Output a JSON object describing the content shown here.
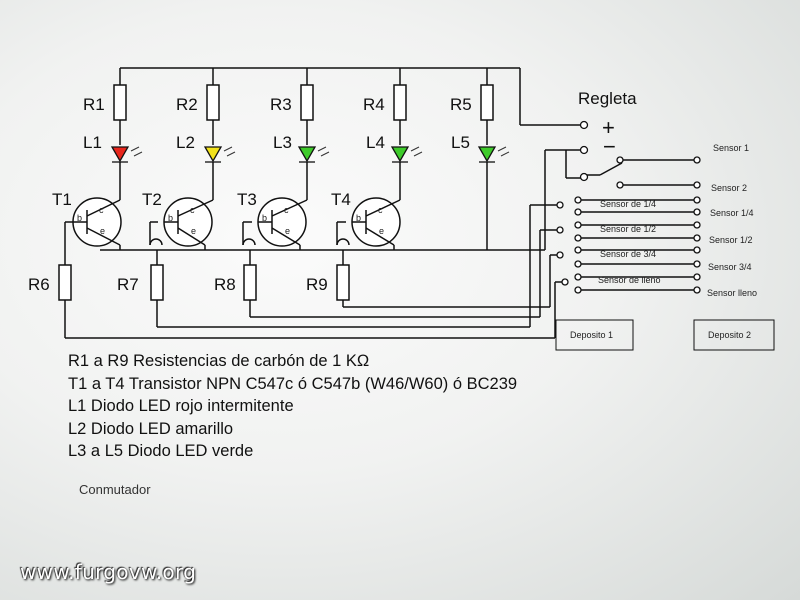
{
  "schematic": {
    "resistors": [
      "R1",
      "R2",
      "R3",
      "R4",
      "R5",
      "R6",
      "R7",
      "R8",
      "R9"
    ],
    "leds": [
      {
        "label": "L1",
        "color": "#e8261c"
      },
      {
        "label": "L2",
        "color": "#f2e21a"
      },
      {
        "label": "L3",
        "color": "#3ecb2a"
      },
      {
        "label": "L4",
        "color": "#3ecb2a"
      },
      {
        "label": "L5",
        "color": "#3ecb2a"
      }
    ],
    "transistors": [
      "T1",
      "T2",
      "T3",
      "T4"
    ],
    "transistor_pins": {
      "b": "b",
      "c": "c",
      "e": "e"
    },
    "regleta": {
      "title": "Regleta",
      "plus": "+",
      "minus": "−"
    },
    "sensor_labels_inner": [
      "Sensor de 1/4",
      "Sensor de 1/2",
      "Sensor de 3/4",
      "Sensor de lleno"
    ],
    "sensor_labels_outer": [
      "Sensor 1",
      "Sensor 2",
      "Sensor 1/4",
      "Sensor 1/2",
      "Sensor 3/4",
      "Sensor lleno"
    ],
    "depositos": [
      "Deposito 1",
      "Deposito 2"
    ]
  },
  "legend": [
    "R1 a R9  Resistencias de carbón de 1 KΩ",
    "T1 a T4  Transistor NPN C547c ó C547b (W46/W60) ó BC239",
    "L1 Diodo LED rojo intermitente",
    "L2 Diodo LED amarillo",
    "L3 a L5 Diodo LED verde"
  ],
  "caption": "Conmutador",
  "watermark": "www.furgovw.org"
}
